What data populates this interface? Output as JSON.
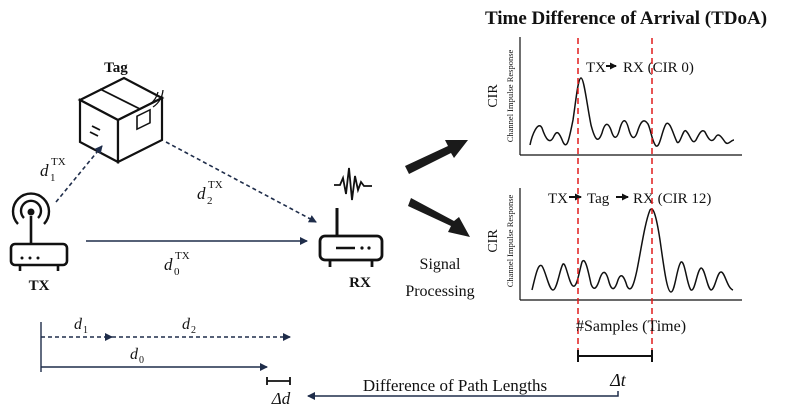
{
  "title": "Time Difference of Arrival (TDoA)",
  "labels": {
    "tag": "Tag",
    "tx": "TX",
    "rx": "RX",
    "signal": "Signal",
    "processing": "Processing",
    "samples": "#Samples (Time)",
    "diff_paths": "Difference of Path Lengths",
    "delta_t": "Δt",
    "delta_d": "Δd"
  },
  "distances": {
    "d1tx_base": "d",
    "d1tx_sub": "1",
    "d1tx_sup": "TX",
    "d2tx_base": "d",
    "d2tx_sub": "2",
    "d2tx_sup": "TX",
    "d0tx_base": "d",
    "d0tx_sub": "0",
    "d0tx_sup": "TX",
    "d1_base": "d",
    "d1_sub": "1",
    "d2_base": "d",
    "d2_sub": "2",
    "d0_base": "d",
    "d0_sub": "0"
  },
  "plots": {
    "top": {
      "ylabel_main": "CIR",
      "ylabel_sub": "Channel Impulse Response",
      "legend_a": "TX",
      "legend_b": "RX (CIR 0)"
    },
    "bottom": {
      "ylabel_main": "CIR",
      "ylabel_sub": "Channel Impulse Response",
      "legend_a": "TX",
      "legend_b": "Tag",
      "legend_c": "RX (CIR 12)"
    }
  },
  "colors": {
    "line": "#1f2d4a",
    "marker": "#e01b1b",
    "arrow": "#1a1a1a"
  },
  "icons": [
    "box-tag-icon",
    "router-tx-icon",
    "router-rx-icon",
    "signal-wave-icon"
  ]
}
